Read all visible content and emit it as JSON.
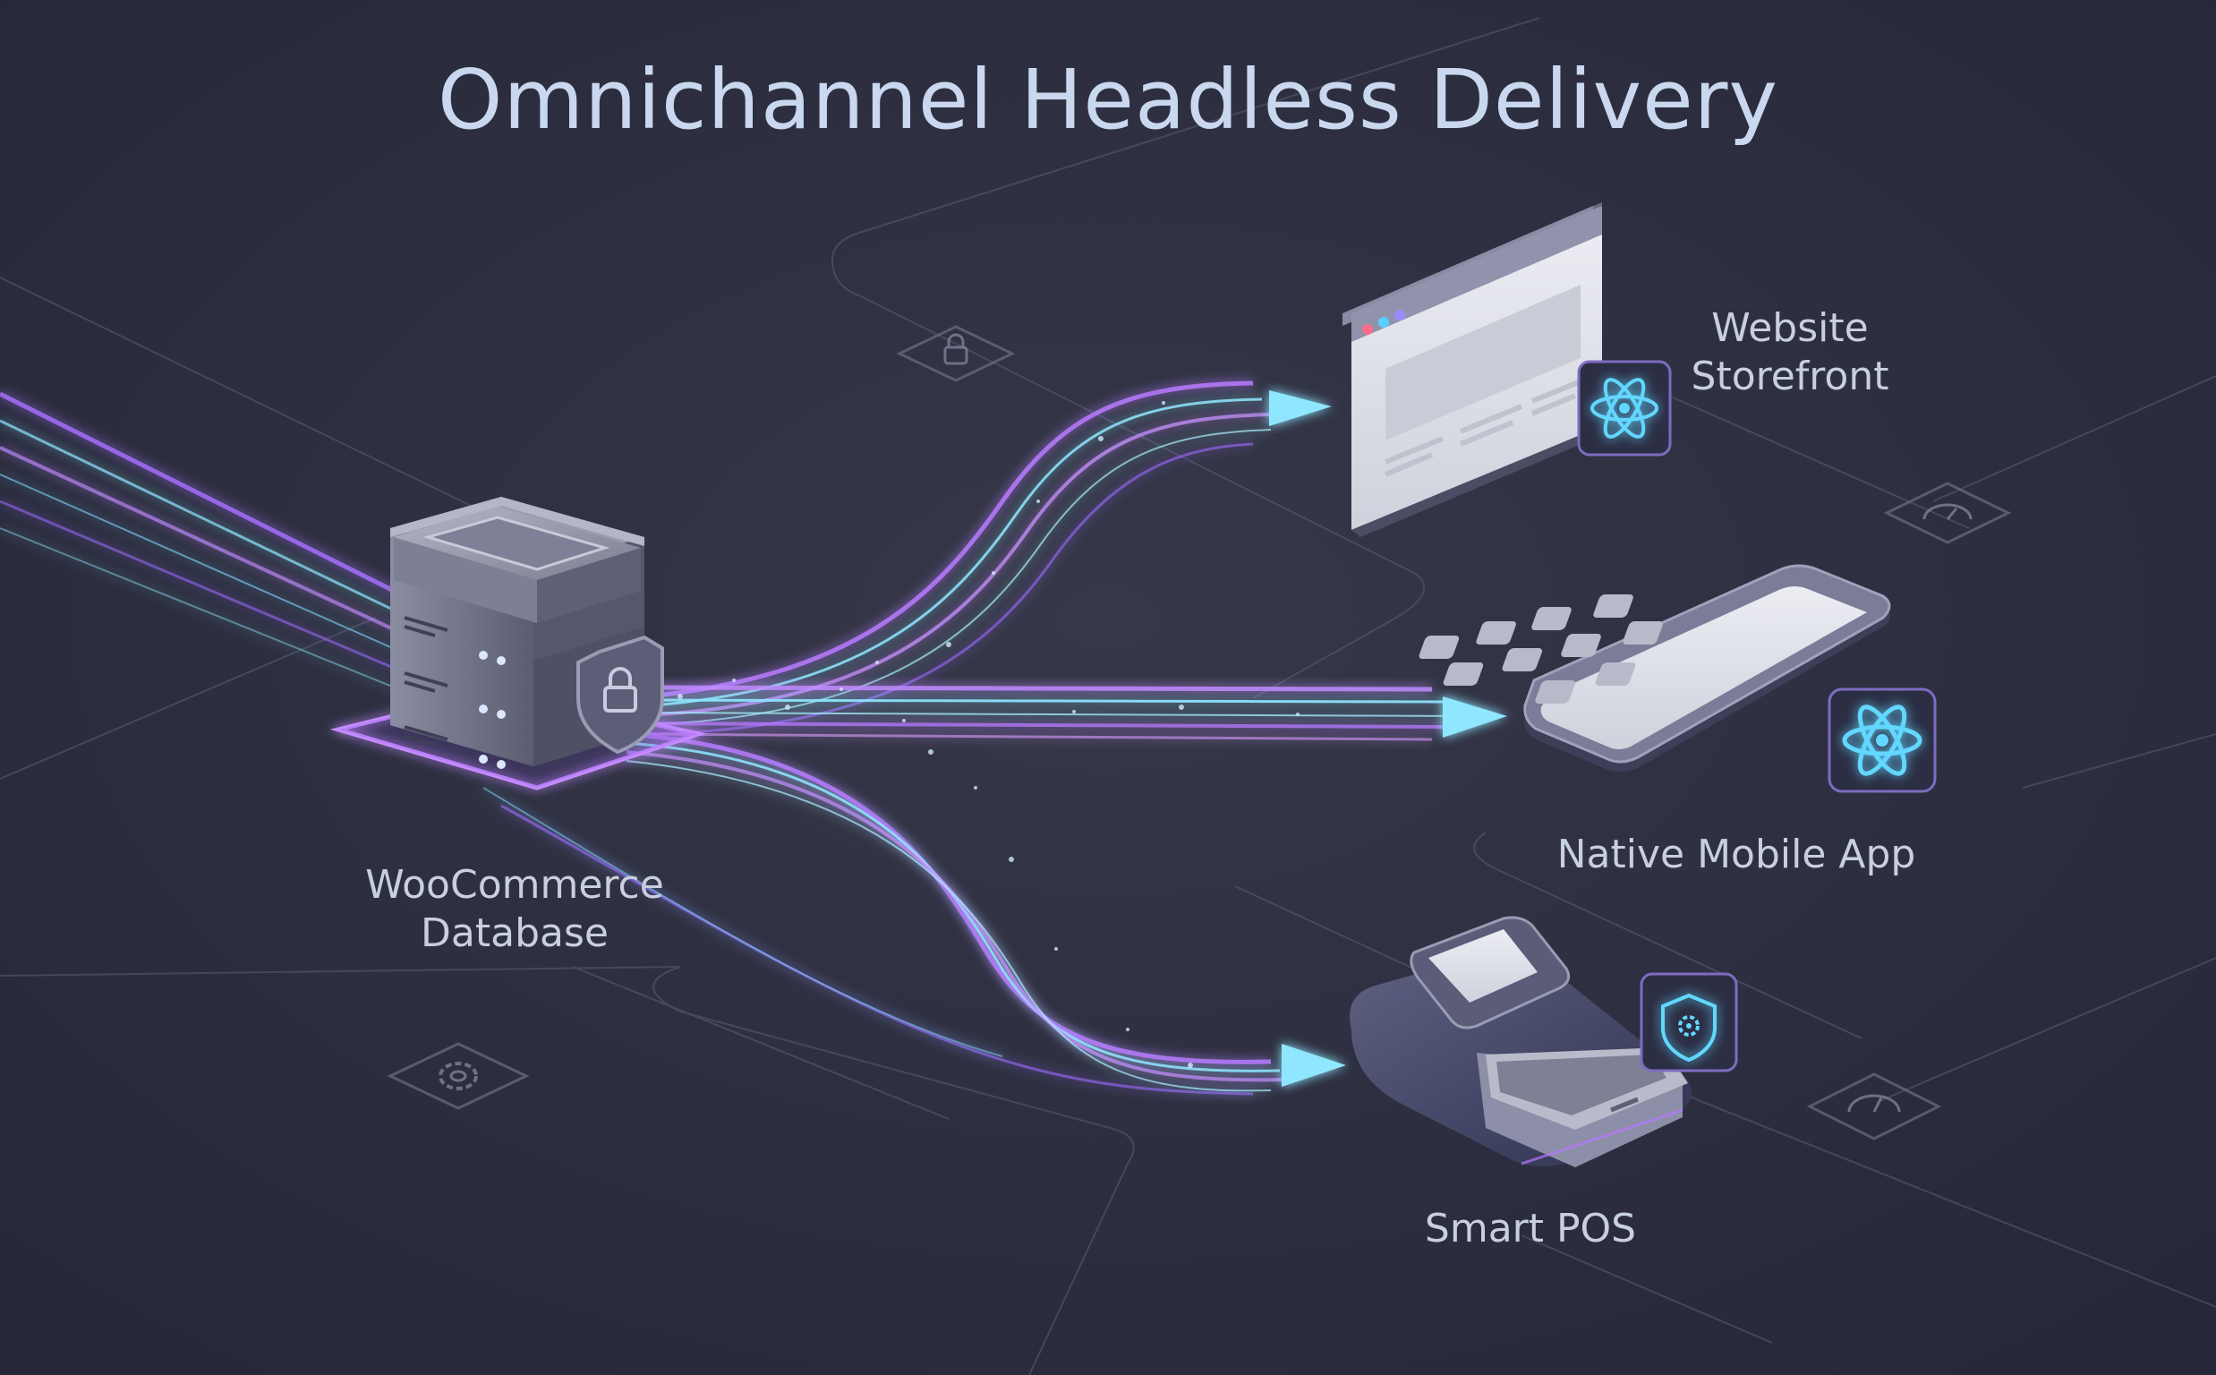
{
  "title": "Omnichannel Headless Delivery",
  "nodes": {
    "source": {
      "line1": "WooCommerce",
      "line2": "Database"
    },
    "website": {
      "line1": "Website",
      "line2": "Storefront"
    },
    "mobile": {
      "label": "Native Mobile App"
    },
    "pos": {
      "label": "Smart POS"
    }
  },
  "colors": {
    "background": "#2e3040",
    "stream_violet": "#b77bff",
    "stream_cyan": "#8fe7ff",
    "title_text": "#c9d8ee",
    "label_text": "#c7d0dc"
  },
  "icons": {
    "website_badge": "react-icon",
    "mobile_badge": "react-icon",
    "pos_badge": "shield-gear-icon",
    "floor_icons": [
      "lock-icon",
      "gauge-icon",
      "gear-icon",
      "gauge-icon"
    ]
  }
}
